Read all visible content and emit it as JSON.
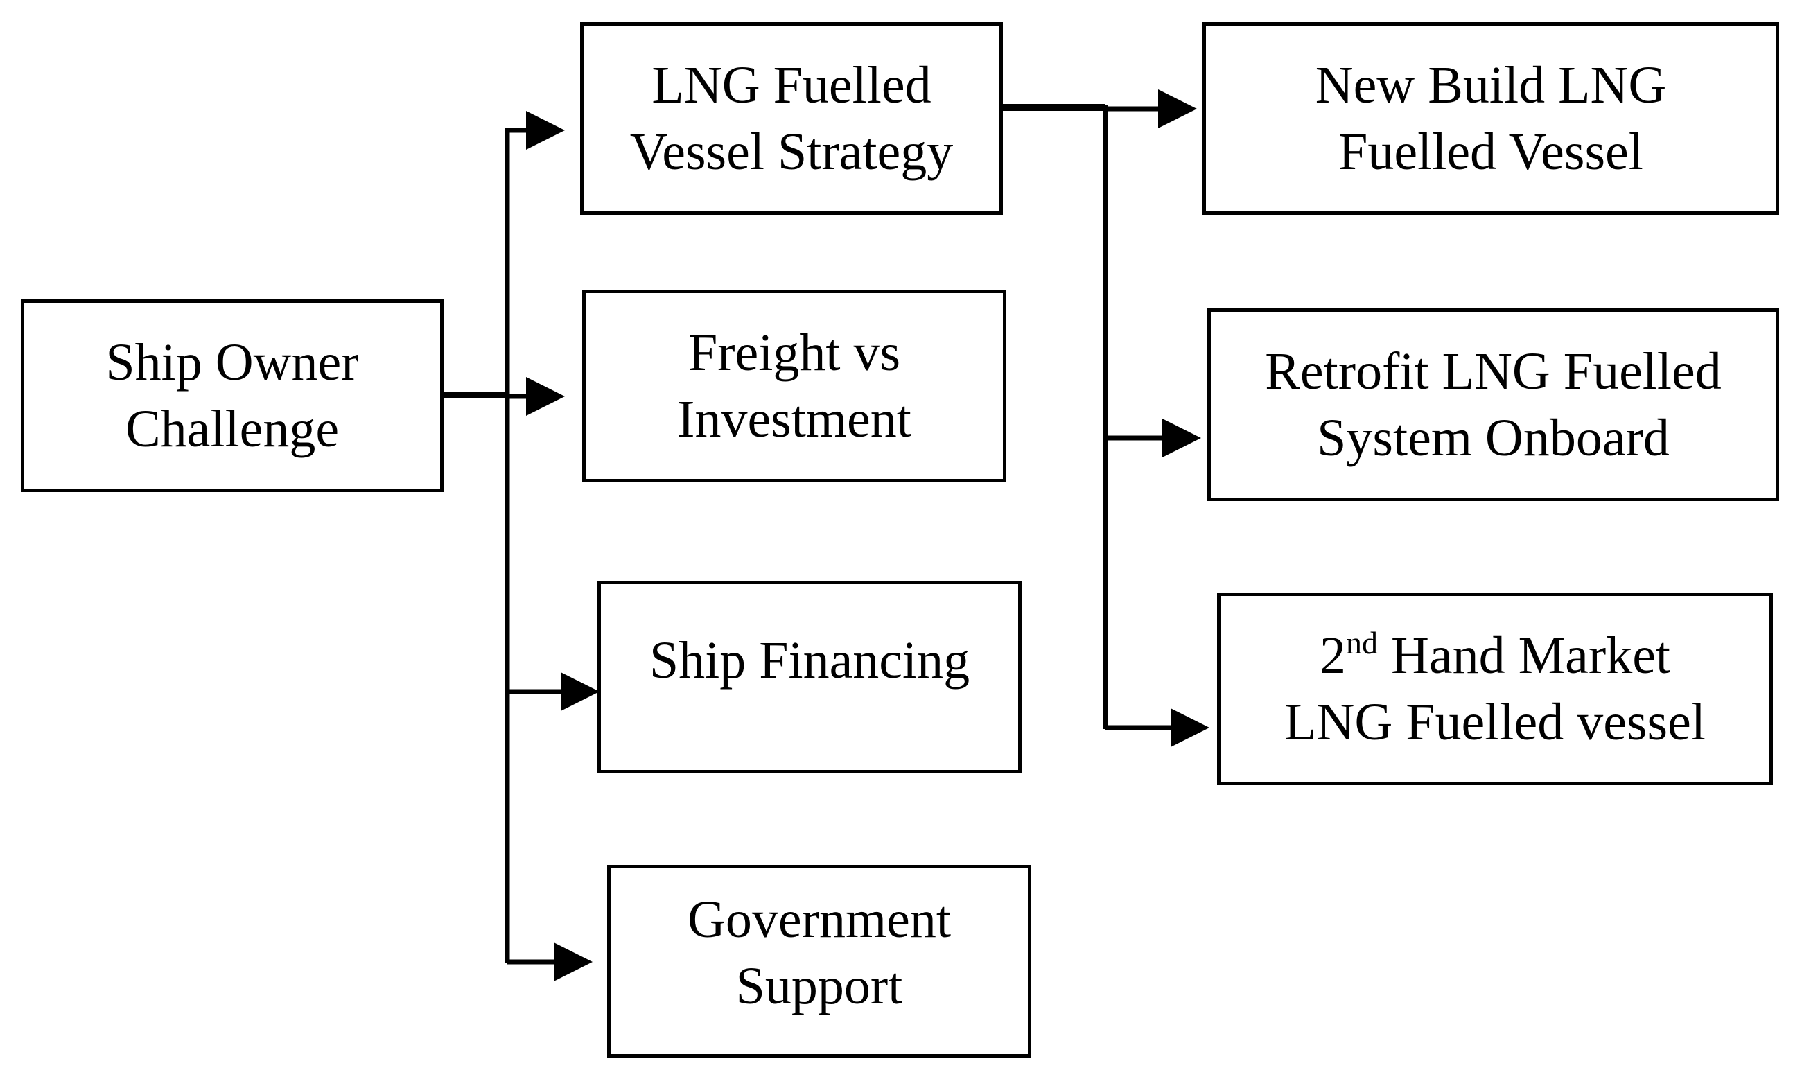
{
  "nodes": {
    "root": {
      "lines": [
        "Ship Owner",
        "Challenge"
      ]
    },
    "lng_strategy": {
      "lines": [
        "LNG Fuelled",
        "Vessel Strategy"
      ]
    },
    "freight": {
      "lines": [
        "Freight vs",
        "Investment"
      ]
    },
    "financing": {
      "lines": [
        "Ship Financing"
      ]
    },
    "government": {
      "lines": [
        "Government",
        "Support"
      ]
    },
    "new_build": {
      "lines": [
        "New Build LNG",
        "Fuelled Vessel"
      ]
    },
    "retrofit": {
      "lines": [
        "Retrofit LNG Fuelled",
        "System Onboard"
      ]
    },
    "second_hand": {
      "ordinal": "2",
      "ordinal_suffix": "nd",
      "line1_rest": " Hand Market",
      "line2": "LNG Fuelled vessel"
    }
  }
}
